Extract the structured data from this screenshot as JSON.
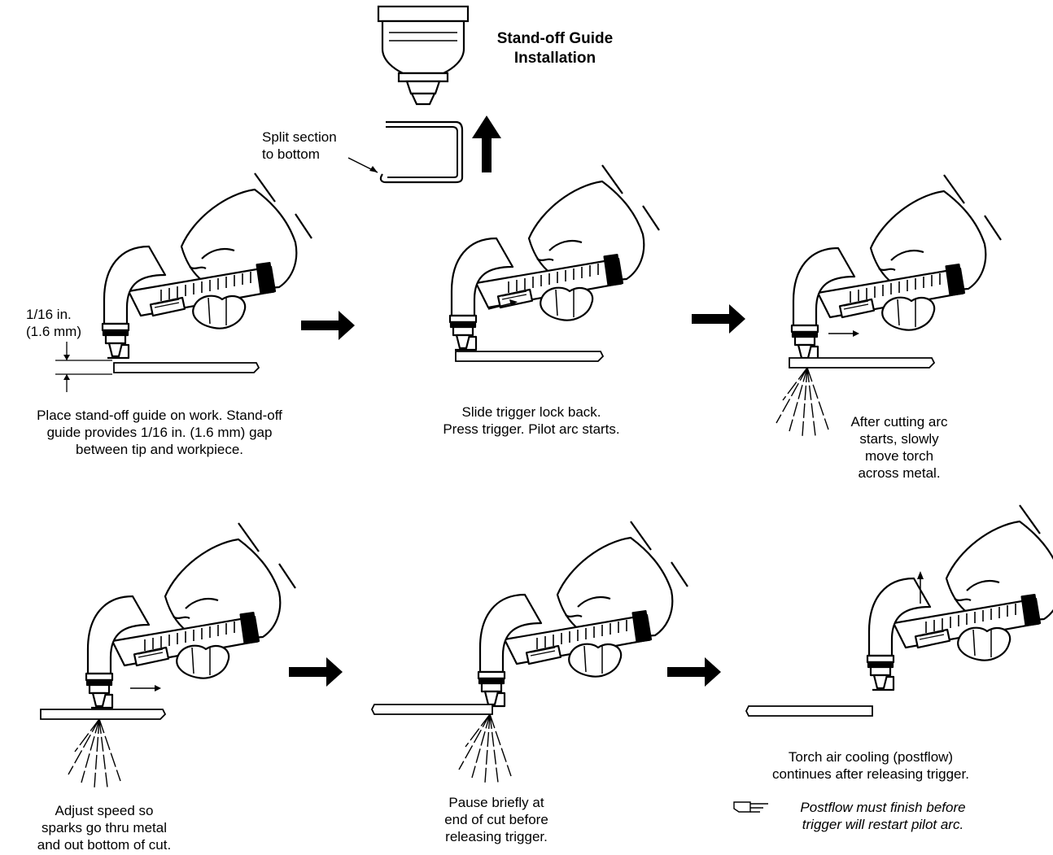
{
  "title": {
    "line1": "Stand-off Guide",
    "line2": "Installation"
  },
  "guide": {
    "line1": "Split  section",
    "line2": "to bottom"
  },
  "gap": {
    "line1": "1/16 in.",
    "line2": "(1.6 mm)"
  },
  "steps": [
    {
      "lines": [
        "Place stand-off guide on work. Stand-off",
        "guide provides 1/16 in. (1.6 mm) gap",
        "between tip and workpiece."
      ]
    },
    {
      "lines": [
        "Slide trigger lock back.",
        "Press trigger. Pilot arc starts."
      ]
    },
    {
      "lines": [
        "After cutting arc",
        "starts, slowly",
        "move torch",
        "across metal."
      ]
    },
    {
      "lines": [
        "Adjust  speed so",
        "sparks go thru metal",
        "and out bottom of cut."
      ]
    },
    {
      "lines": [
        "Pause briefly at",
        "end of cut before",
        "releasing trigger."
      ]
    },
    {
      "lines": [
        "Torch air cooling (postflow)",
        "continues after releasing trigger."
      ]
    }
  ],
  "note": {
    "icon": "pointing-hand-icon",
    "lines": [
      "Postflow must finish before",
      "trigger will restart pilot arc."
    ]
  }
}
